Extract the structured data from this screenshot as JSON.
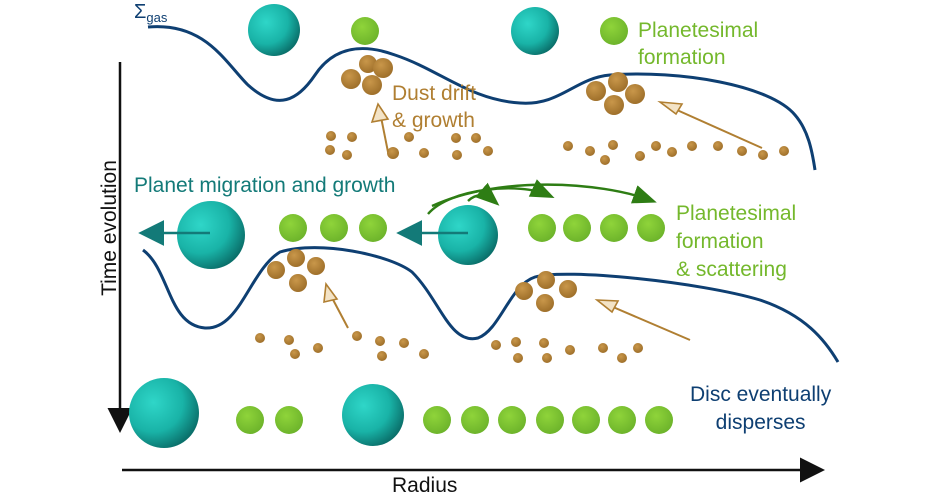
{
  "labels": {
    "sigma_main": "Σ",
    "sigma_sub": "gas",
    "planetesimal_formation": "Planetesimal\nformation",
    "dust_drift": "Dust drift\n& growth",
    "planet_migration": "Planet migration and growth",
    "planetesimal_scattering": "Planetesimal\nformation\n& scattering",
    "disc_disperses": "Disc eventually\ndisperses",
    "y_axis": "Time evolution",
    "x_axis": "Radius"
  },
  "colors": {
    "gas_curve": "#0e3f72",
    "planet_teal": "#1bb9ad",
    "planetesimal_green": "#7ec12f",
    "dust_brown": "#b07f32",
    "migration_arrow": "#137a78",
    "scatter_arrow": "#2e7d14",
    "axis": "#111111"
  },
  "legend": {
    "green_dot_meaning": "Planetesimal formation"
  }
}
